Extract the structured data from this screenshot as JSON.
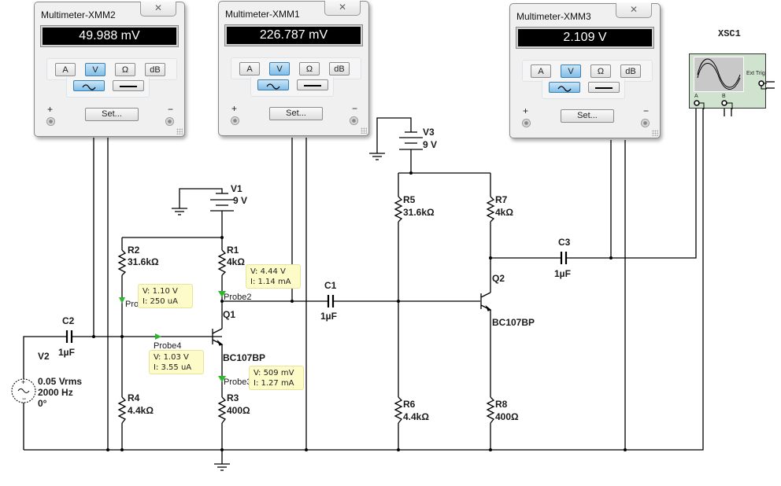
{
  "multimeters": [
    {
      "id": "XMM2",
      "title": "Multimeter-XMM2",
      "reading": "49.988 mV",
      "modes": [
        "A",
        "V",
        "Ω",
        "dB"
      ],
      "active_mode": "V",
      "wave": "AC",
      "set_label": "Set...",
      "plus": "+",
      "minus": "−",
      "close": "✕"
    },
    {
      "id": "XMM1",
      "title": "Multimeter-XMM1",
      "reading": "226.787 mV",
      "modes": [
        "A",
        "V",
        "Ω",
        "dB"
      ],
      "active_mode": "V",
      "wave": "AC",
      "set_label": "Set...",
      "plus": "+",
      "minus": "−",
      "close": "✕"
    },
    {
      "id": "XMM3",
      "title": "Multimeter-XMM3",
      "reading": "2.109 V",
      "modes": [
        "A",
        "V",
        "Ω",
        "dB"
      ],
      "active_mode": "V",
      "wave": "AC",
      "set_label": "Set...",
      "plus": "+",
      "minus": "−",
      "close": "✕"
    }
  ],
  "oscilloscope": {
    "name": "XSC1",
    "ext_trig": "Ext Trig",
    "channel_a": "A",
    "channel_b": "B"
  },
  "components": {
    "V1": {
      "name": "V1",
      "value": "9 V"
    },
    "V3": {
      "name": "V3",
      "value": "9 V"
    },
    "V2": {
      "name": "V2",
      "amplitude": "0.05 Vrms",
      "frequency": "2000 Hz",
      "phase": "0°"
    },
    "R1": {
      "name": "R1",
      "value": "4kΩ"
    },
    "R2": {
      "name": "R2",
      "value": "31.6kΩ"
    },
    "R3": {
      "name": "R3",
      "value": "400Ω"
    },
    "R4": {
      "name": "R4",
      "value": "4.4kΩ"
    },
    "R5": {
      "name": "R5",
      "value": "31.6kΩ"
    },
    "R6": {
      "name": "R6",
      "value": "4.4kΩ"
    },
    "R7": {
      "name": "R7",
      "value": "4kΩ"
    },
    "R8": {
      "name": "R8",
      "value": "400Ω"
    },
    "C1": {
      "name": "C1",
      "value": "1µF"
    },
    "C2": {
      "name": "C2",
      "value": "1µF"
    },
    "C3": {
      "name": "C3",
      "value": "1µF"
    },
    "Q1": {
      "name": "Q1",
      "model": "BC107BP"
    },
    "Q2": {
      "name": "Q2",
      "model": "BC107BP"
    }
  },
  "probes": [
    {
      "name": "Pro",
      "v": "V: 1.10 V",
      "i": "I: 250 uA"
    },
    {
      "name": "Probe2",
      "v": "V: 4.44 V",
      "i": "I: 1.14 mA"
    },
    {
      "name": "Probe4",
      "v": "V: 1.03 V",
      "i": "I: 3.55 uA"
    },
    {
      "name": "Probe3",
      "v": "V: 509 mV",
      "i": "I: 1.27 mA"
    }
  ],
  "probe_labels": {
    "p1": "Pro",
    "p2": "Probe2",
    "p3": "Probe3",
    "p4": "Probe4"
  }
}
